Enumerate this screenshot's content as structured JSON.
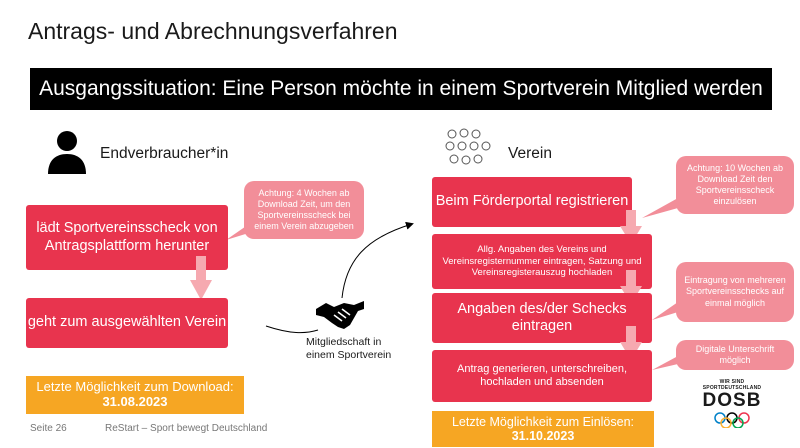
{
  "title": "Antrags- und Abrechnungsverfahren",
  "banner": "Ausgangssituation: Eine Person möchte in einem Sportverein Mitglied werden",
  "left": {
    "heading": "Endverbraucher*in",
    "step1": "lädt Sportvereinsscheck von Antragsplattform herunter",
    "step2": "geht zum ausgewählten Verein",
    "note": "Achtung: 4 Wochen ab Download Zeit, um den Sportvereinsscheck bei einem Verein abzugeben",
    "deadline_label": "Letzte Möglichkeit zum Download:",
    "deadline_date": "31.08.2023"
  },
  "middle": {
    "caption": "Mitgliedschaft in einem Sportverein"
  },
  "right": {
    "heading": "Verein",
    "step1": "Beim Förderportal registrieren",
    "step2": "Allg. Angaben des Vereins und Vereinsregisternummer eintragen, Satzung und Vereinsregisterauszug hochladen",
    "step3": "Angaben des/der Schecks eintragen",
    "step4": "Antrag generieren, unterschreiben, hochladen und absenden",
    "note1": "Achtung: 10 Wochen ab Download Zeit den Sportvereinsscheck einzulösen",
    "note2": "Eintragung von mehreren Sportvereinsschecks auf einmal möglich",
    "note3": "Digitale Unterschrift möglich",
    "deadline_label": "Letzte Möglichkeit zum Einlösen:",
    "deadline_date": "31.10.2023"
  },
  "footer": {
    "page": "Seite 26",
    "text": "ReStart – Sport bewegt Deutschland"
  },
  "logo": {
    "top_line": "WIR SIND SPORTDEUTSCHLAND",
    "name": "DOSB"
  },
  "colors": {
    "box": "#e8344e",
    "bubble": "#f28e99",
    "arrow": "#f6a9b0",
    "deadline": "#f6a623"
  }
}
